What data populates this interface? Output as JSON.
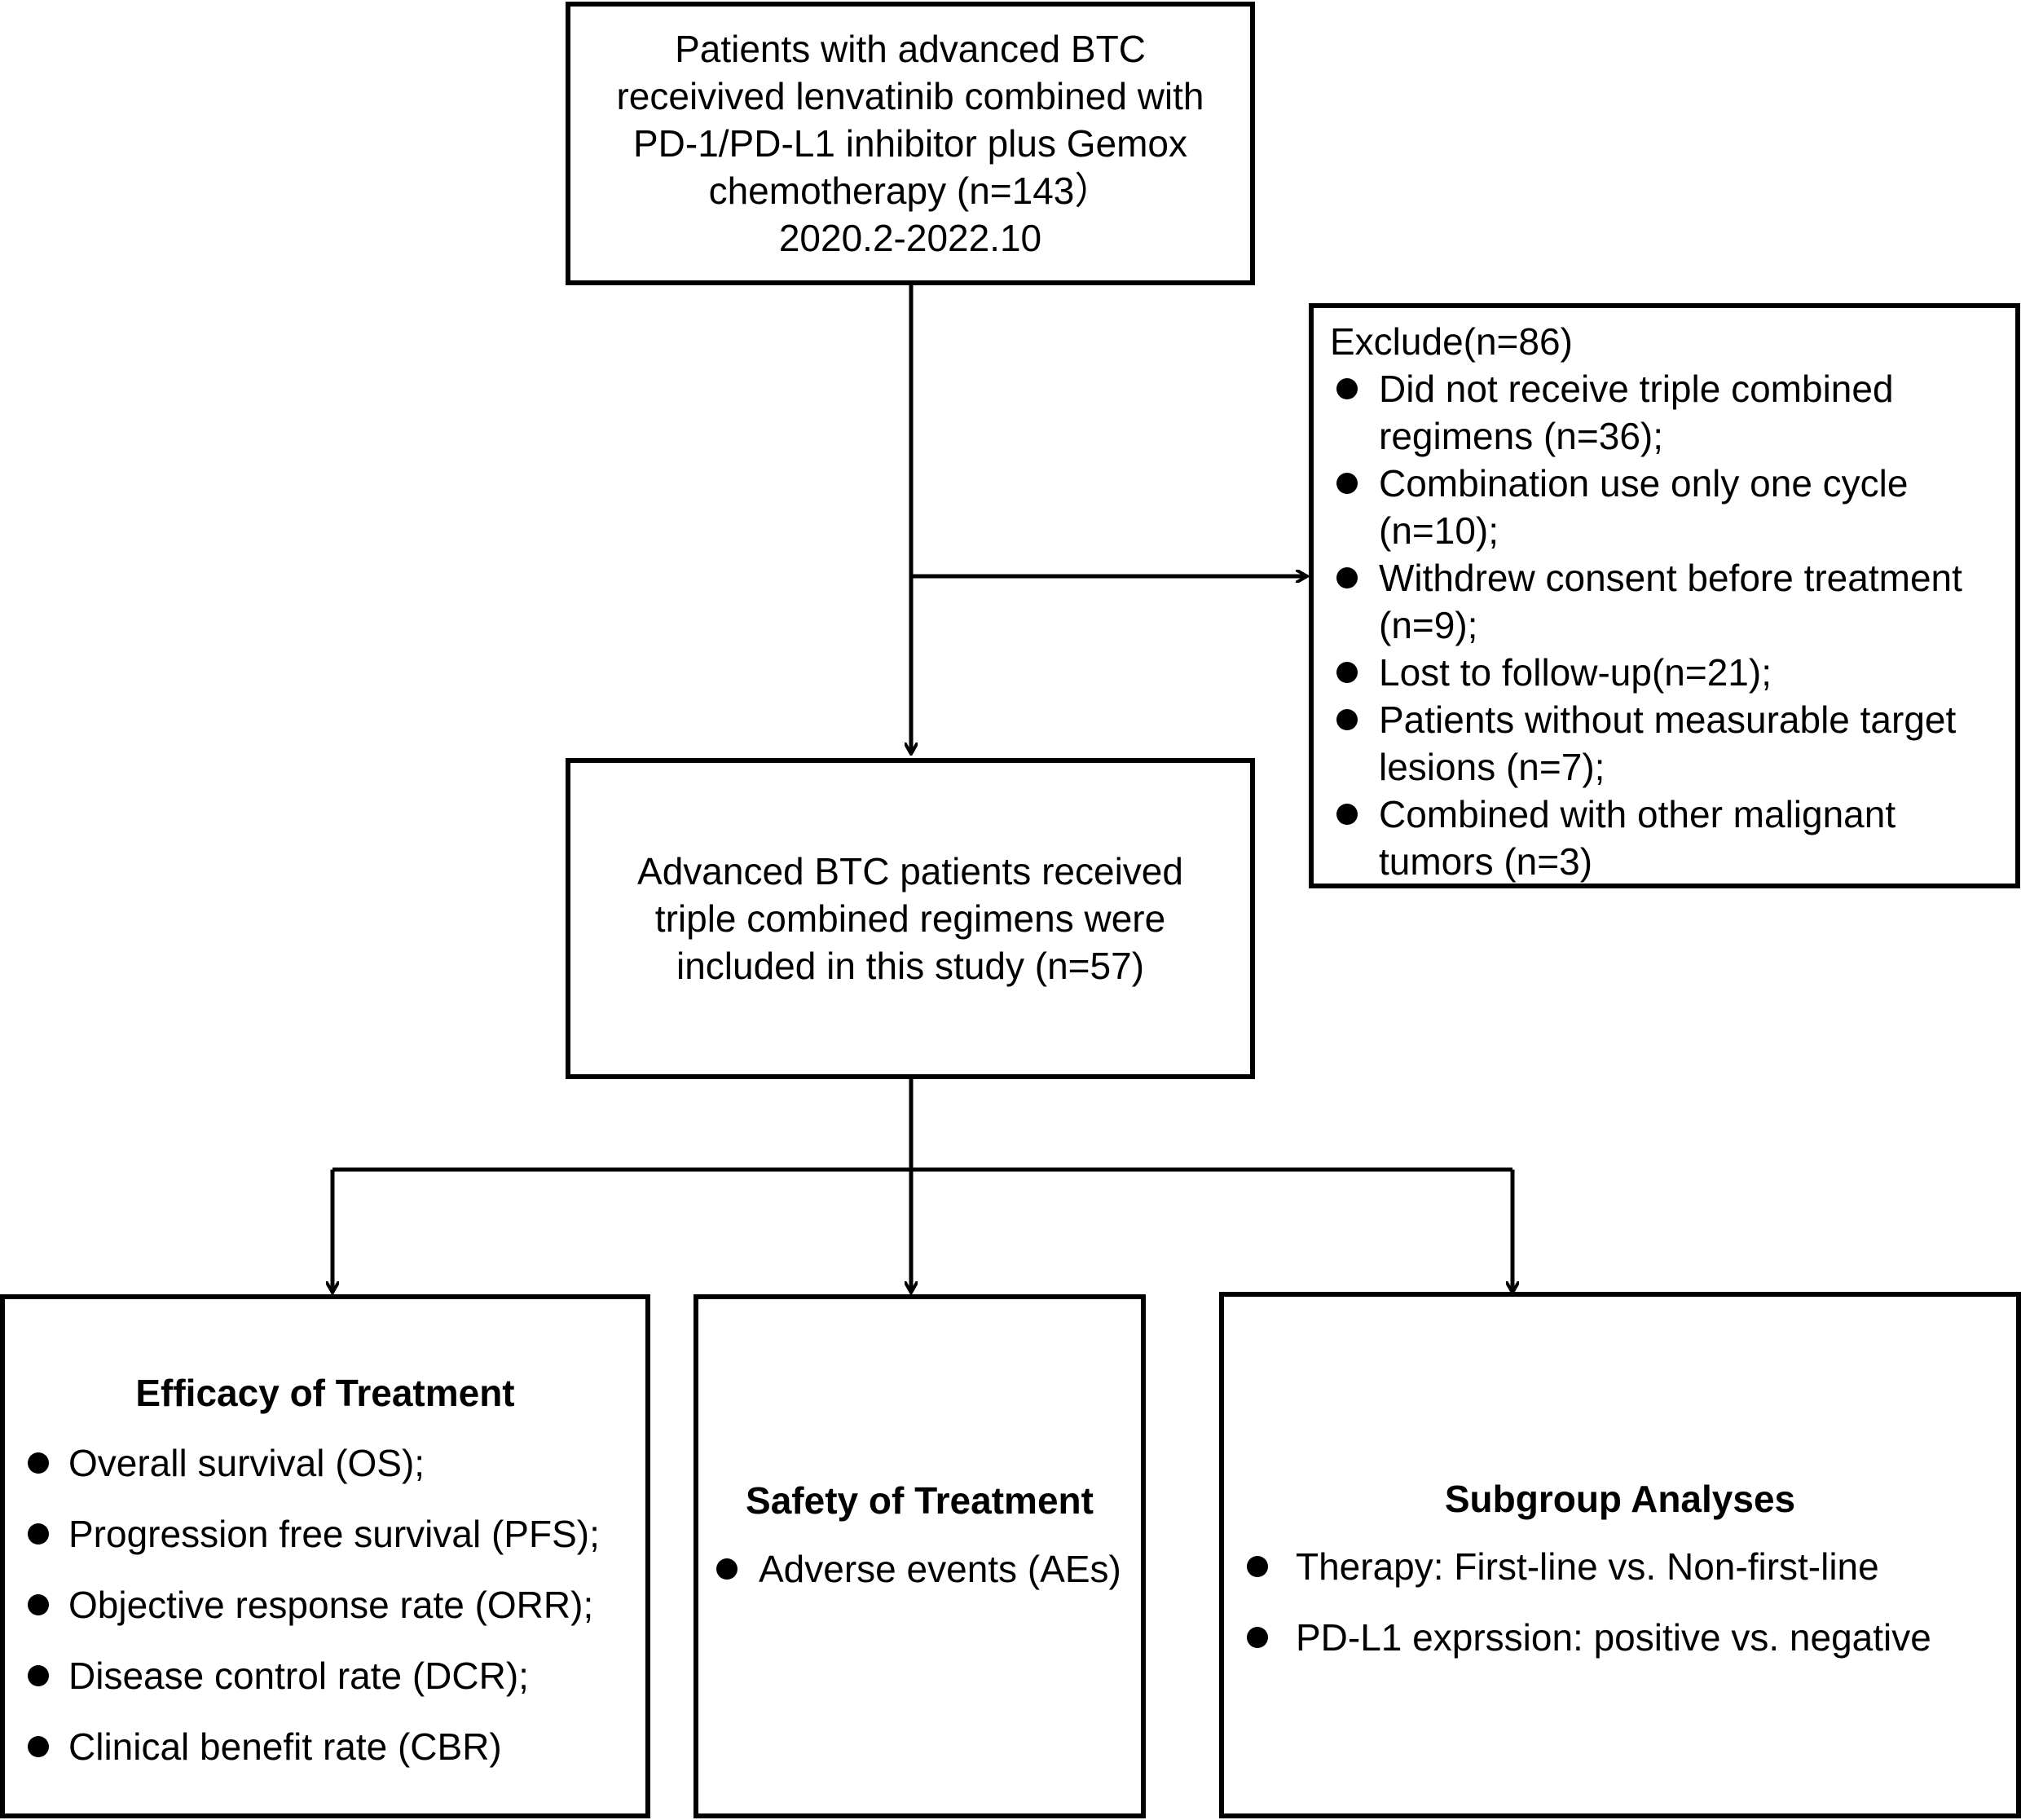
{
  "top_box": {
    "lines": [
      "Patients with advanced BTC",
      "receivived lenvatinib combined with",
      "PD-1/PD-L1 inhibitor plus Gemox",
      "chemotherapy (n=143）",
      "2020.2-2022.10"
    ]
  },
  "exclude_box": {
    "title": "Exclude(n=86)",
    "items": [
      [
        "Did not receive triple combined",
        "regimens (n=36);"
      ],
      [
        "Combination use only one cycle",
        "(n=10);"
      ],
      [
        "Withdrew consent before treatment",
        "(n=9);"
      ],
      [
        "Lost to follow-up(n=21);"
      ],
      [
        "Patients without measurable target",
        "lesions (n=7);"
      ],
      [
        "Combined with other malignant",
        "tumors (n=3)"
      ]
    ]
  },
  "included_box": {
    "lines": [
      "Advanced BTC patients received",
      "triple combined regimens were",
      "included in this study (n=57)"
    ]
  },
  "efficacy_box": {
    "title": "Efficacy of Treatment",
    "items": [
      "Overall survival (OS);",
      "Progression free survival (PFS);",
      "Objective response rate (ORR);",
      "Disease control rate (DCR);",
      "Clinical benefit rate (CBR)"
    ]
  },
  "safety_box": {
    "title": "Safety of Treatment",
    "items": [
      "Adverse events (AEs)"
    ]
  },
  "subgroup_box": {
    "title": "Subgroup Analyses",
    "items": [
      "Therapy: First-line vs. Non-first-line",
      "PD-L1 exprssion: positive vs. negative"
    ]
  }
}
